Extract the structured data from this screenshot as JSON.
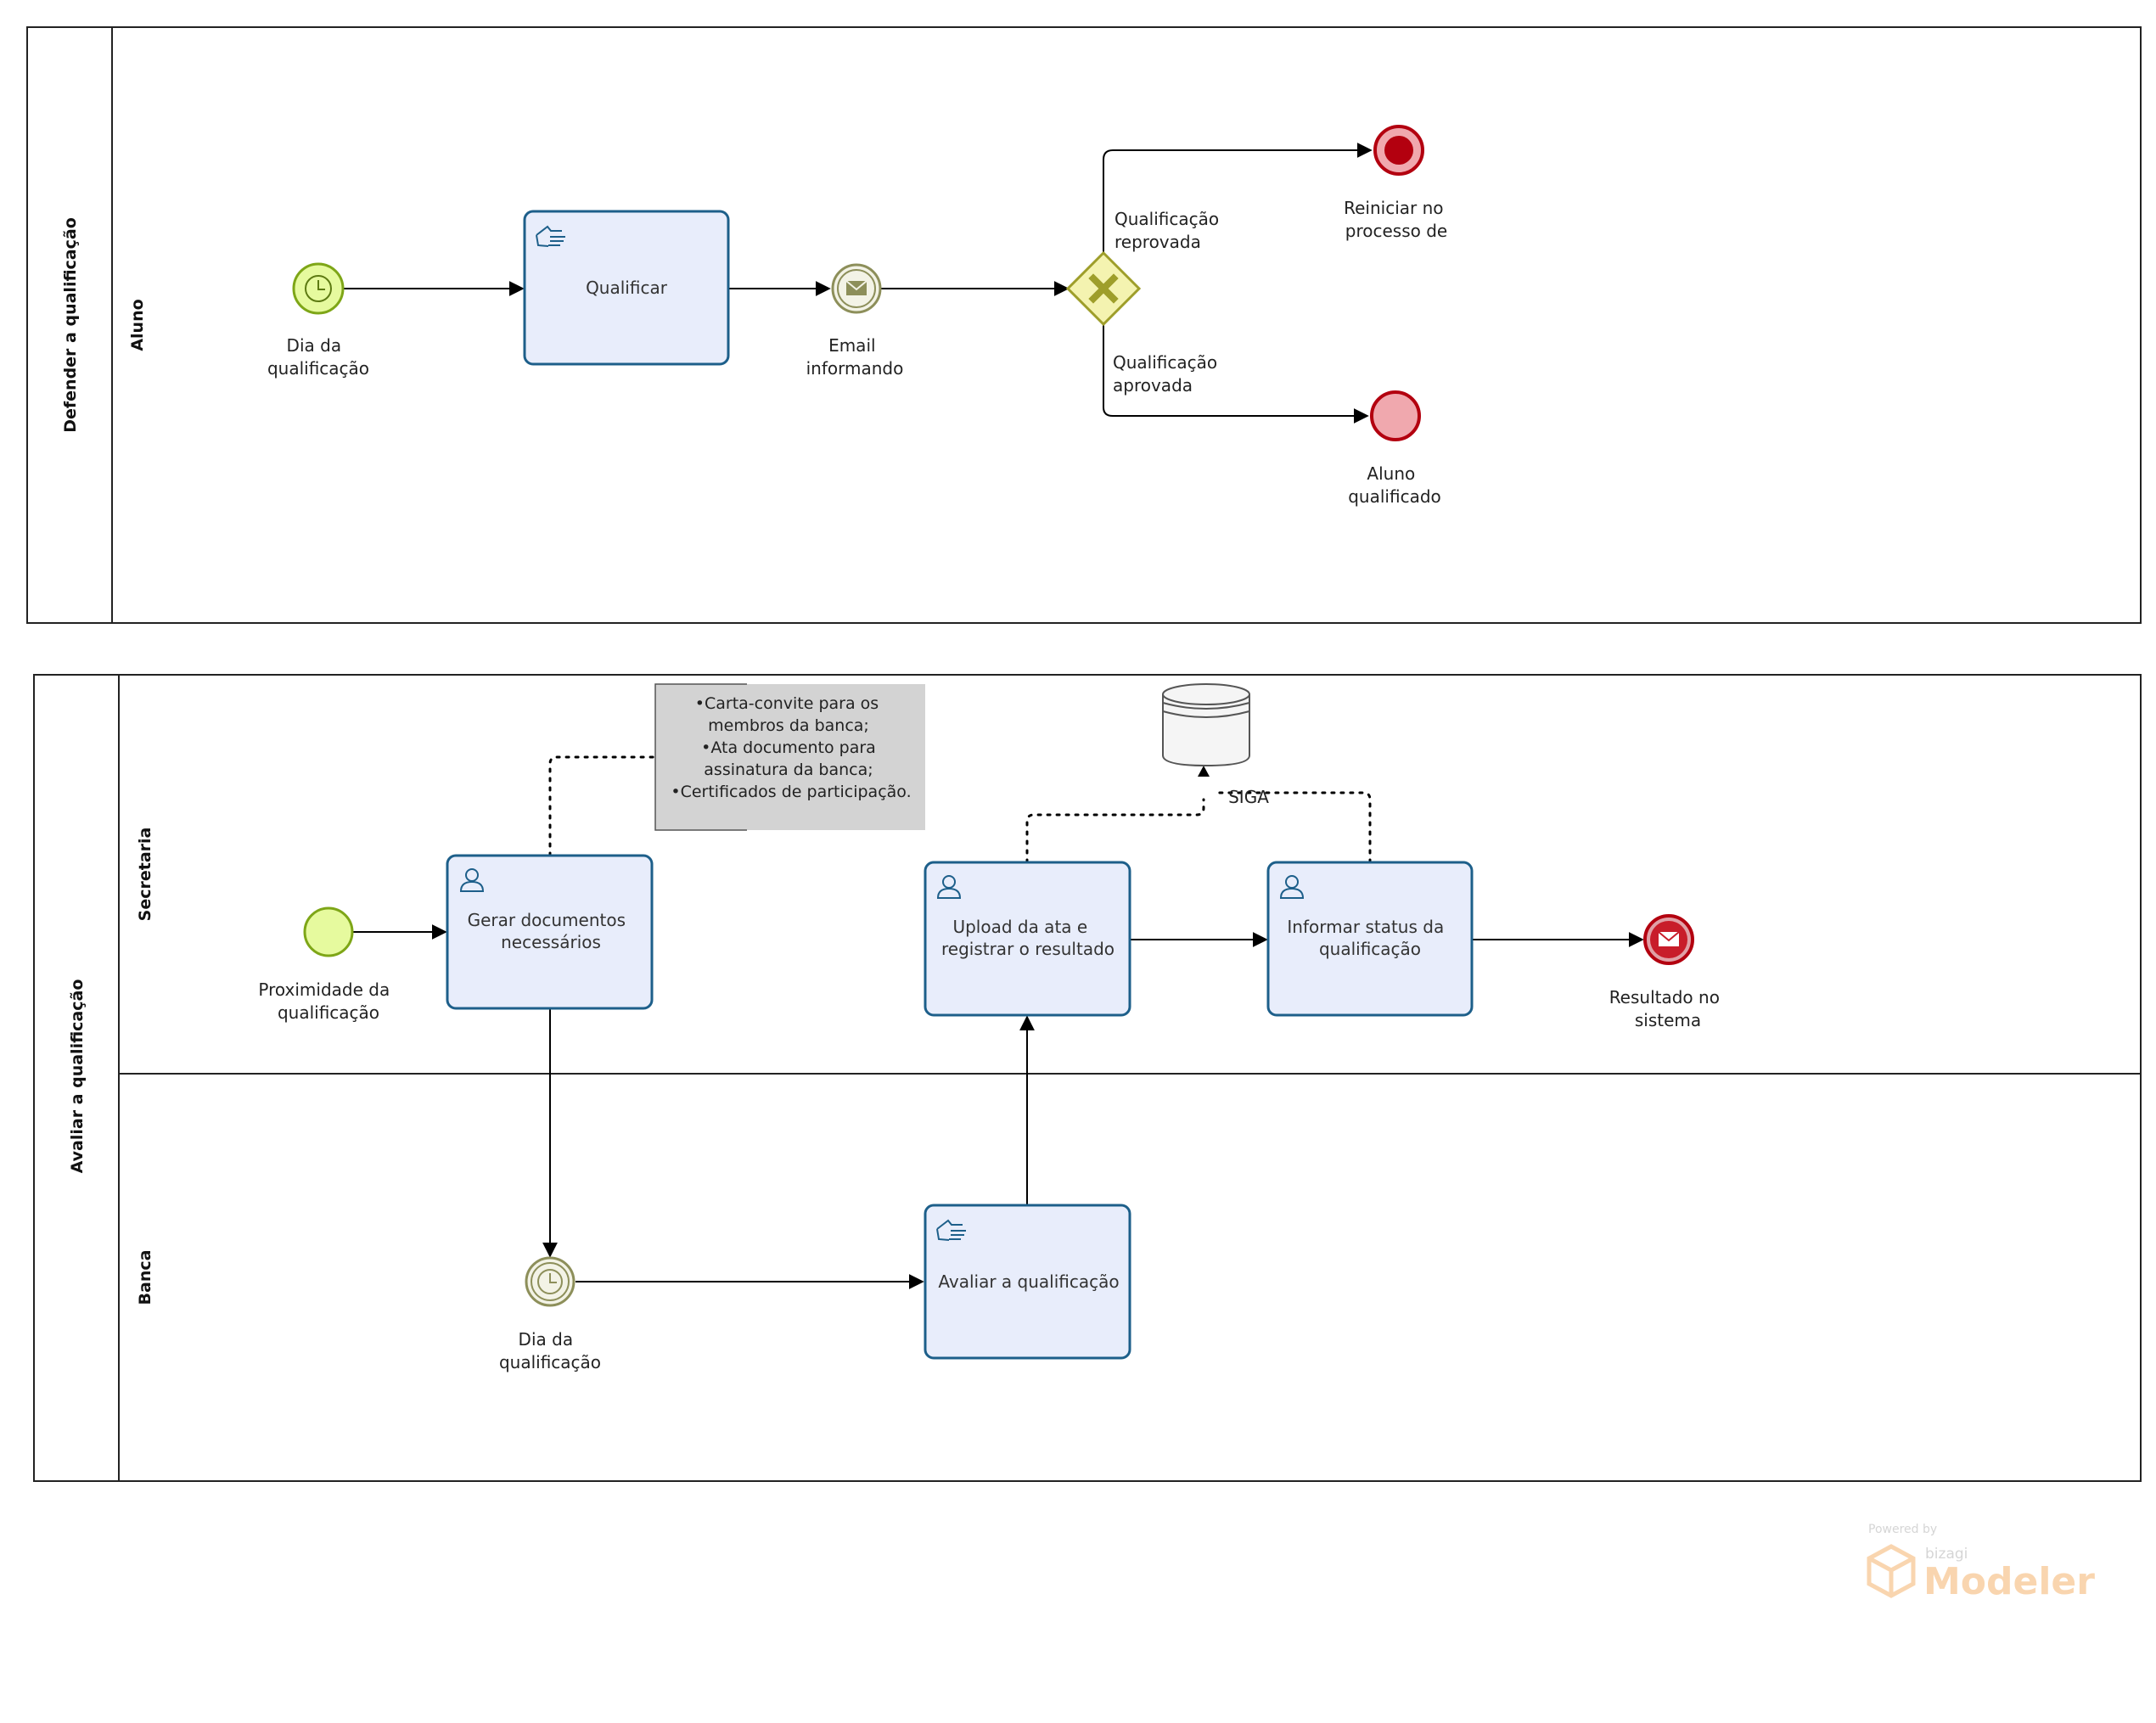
{
  "pools": {
    "top": {
      "name": "Defender a qualificação",
      "lanes": {
        "aluno": "Aluno"
      }
    },
    "bottom": {
      "name": "Avaliar a qualificação",
      "lanes": {
        "secretaria": "Secretaria",
        "banca": "Banca"
      }
    }
  },
  "events": {
    "dia_qualificacao_start": [
      "Dia da",
      "qualificação"
    ],
    "email_informando": [
      "Email",
      "informando"
    ],
    "reiniciar": [
      "Reiniciar no",
      "processo de"
    ],
    "aluno_qualificado": [
      "Aluno",
      "qualificado"
    ],
    "proximidade": [
      "Proximidade da",
      "qualificação"
    ],
    "resultado_sistema": [
      "Resultado no",
      "sistema"
    ],
    "dia_qualificacao_timer": [
      "Dia da",
      "qualificação"
    ]
  },
  "tasks": {
    "qualificar": [
      "Qualificar"
    ],
    "gerar_documentos": [
      "Gerar documentos",
      "necessários"
    ],
    "upload_ata": [
      "Upload da ata e",
      "registrar o resultado"
    ],
    "informar_status": [
      "Informar status da",
      "qualificação"
    ],
    "avaliar": [
      "Avaliar a qualificação"
    ]
  },
  "flows": {
    "reprovada": [
      "Qualificação",
      "reprovada"
    ],
    "aprovada": [
      "Qualificação",
      "aprovada"
    ]
  },
  "annotation": {
    "lines": [
      "•Carta-convite para os",
      "membros da banca;",
      "•Ata documento para",
      "assinatura da banca;",
      "•Certificados de participação."
    ]
  },
  "datastore": {
    "name": "SIGA"
  },
  "branding": {
    "powered": "Powered by",
    "bizagi": "bizagi",
    "modeler": "Modeler"
  },
  "colors": {
    "task_fill": "#e8edfb",
    "task_stroke": "#1d5f8a",
    "start_fill": "#e6fa9e",
    "start_stroke": "#7ea617",
    "end_fill": "#b3000f",
    "end_light": "#f0a8ae",
    "gateway_fill": "#f4f3b0",
    "gateway_stroke": "#9e9e2a"
  }
}
